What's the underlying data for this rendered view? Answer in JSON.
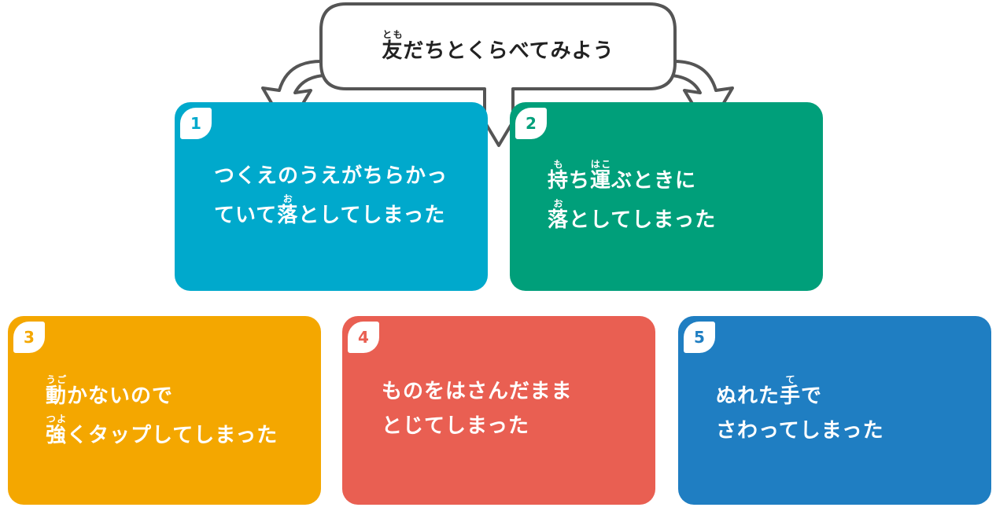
{
  "header": {
    "ruby_base": "友",
    "ruby_reading": "とも",
    "rest": "だちとくらべてみよう"
  },
  "cards": [
    {
      "number": "1",
      "color": "#00a9cc",
      "line1": "つくえのうえがちらかっ",
      "line2_pre": "ていて",
      "line2_ruby_base": "落",
      "line2_ruby_reading": "お",
      "line2_post": "としてしまった"
    },
    {
      "number": "2",
      "color": "#009f7a",
      "line1_ruby1_base": "持",
      "line1_ruby1_reading": "も",
      "line1_mid": "ち",
      "line1_ruby2_base": "運",
      "line1_ruby2_reading": "はこ",
      "line1_post": "ぶときに",
      "line2_ruby_base": "落",
      "line2_ruby_reading": "お",
      "line2_post": "としてしまった"
    },
    {
      "number": "3",
      "color": "#f4a700",
      "line1_ruby_base": "動",
      "line1_ruby_reading": "うご",
      "line1_post": "かないので",
      "line2_ruby_base": "強",
      "line2_ruby_reading": "つよ",
      "line2_post": "くタップしてしまった"
    },
    {
      "number": "4",
      "color": "#e95f52",
      "line1": "ものをはさんだまま",
      "line2": "とじてしまった"
    },
    {
      "number": "5",
      "color": "#1f7ec2",
      "line1_pre": "ぬれた",
      "line1_ruby_base": "手",
      "line1_ruby_reading": "て",
      "line1_post": "で",
      "line2": "さわってしまった"
    }
  ]
}
